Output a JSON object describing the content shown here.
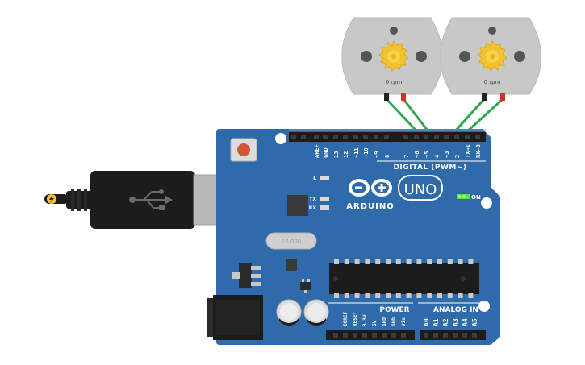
{
  "motors": [
    {
      "id": "motor-1",
      "speed_label": "0 rpm"
    },
    {
      "id": "motor-2",
      "speed_label": "0 rpm"
    }
  ],
  "board": {
    "brand": "ARDUINO",
    "model": "UNO",
    "digital_header_label": "DIGITAL (PWM~)",
    "top_pins": [
      "AREF",
      "GND",
      "13",
      "12",
      "~11",
      "~10",
      "~9",
      "8",
      "7",
      "~6",
      "~5",
      "4",
      "~3",
      "2",
      "TX→1",
      "RX←0"
    ],
    "led_l": "L",
    "led_tx": "TX",
    "led_rx": "RX",
    "on_label": "ON",
    "crystal_text": "16.000",
    "power_header_label": "POWER",
    "power_pins": [
      "IOREF",
      "RESET",
      "3.3V",
      "5V",
      "GND",
      "GND",
      "Vin"
    ],
    "analog_header_label": "ANALOG IN",
    "analog_pins": [
      "A0",
      "A1",
      "A2",
      "A3",
      "A4",
      "A5"
    ]
  },
  "colors": {
    "board": "#2f6bab",
    "wire": "#2ea94f",
    "motor_body": "#c8c8c8",
    "gear": "#f2c12e",
    "reset_button": "#d2583a",
    "usb_plug": "#1c1c1c"
  },
  "icons": [
    "usb-trident-icon",
    "lightning-icon",
    "gear-icon",
    "arduino-infinity-logo"
  ]
}
